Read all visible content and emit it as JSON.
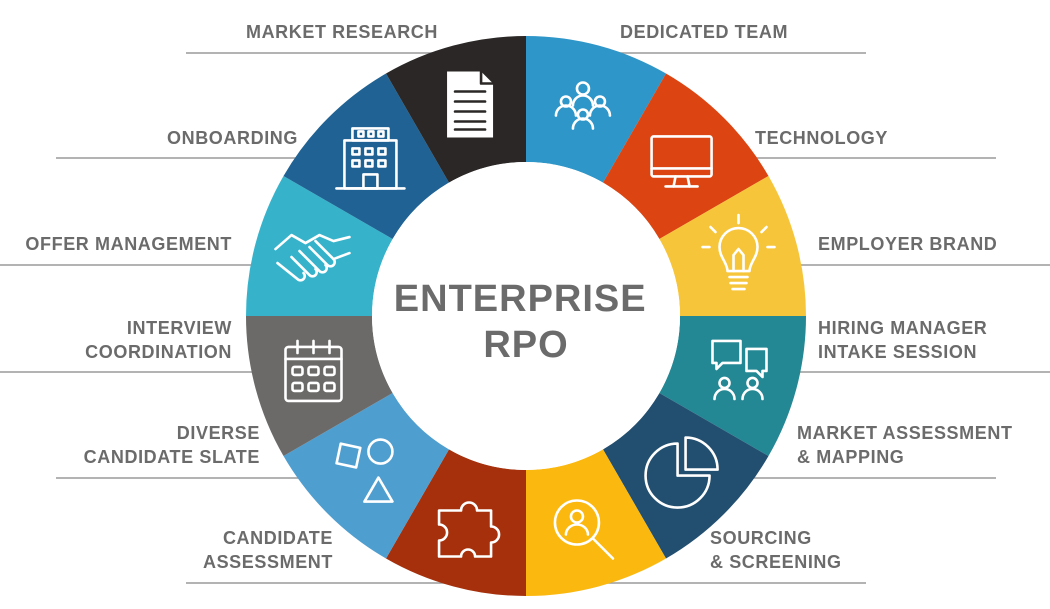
{
  "title_lines": [
    "ENTERPRISE",
    "RPO"
  ],
  "segments": [
    {
      "label_lines": [
        "DEDICATED TEAM"
      ],
      "color": "#2e96c8",
      "icon": "team-icon"
    },
    {
      "label_lines": [
        "TECHNOLOGY"
      ],
      "color": "#dc4511",
      "icon": "monitor-icon"
    },
    {
      "label_lines": [
        "EMPLOYER BRAND"
      ],
      "color": "#f7c53a",
      "icon": "lightbulb-icon"
    },
    {
      "label_lines": [
        "HIRING MANAGER",
        "INTAKE SESSION"
      ],
      "color": "#248894",
      "icon": "discussion-icon"
    },
    {
      "label_lines": [
        "MARKET ASSESSMENT",
        "& MAPPING"
      ],
      "color": "#224e6f",
      "icon": "pie-chart-icon"
    },
    {
      "label_lines": [
        "SOURCING",
        "& SCREENING"
      ],
      "color": "#fbb80f",
      "icon": "search-person-icon"
    },
    {
      "label_lines": [
        "CANDIDATE",
        "ASSESSMENT"
      ],
      "color": "#a5300b",
      "icon": "puzzle-icon"
    },
    {
      "label_lines": [
        "DIVERSE",
        "CANDIDATE SLATE"
      ],
      "color": "#4e9ed0",
      "icon": "shapes-icon"
    },
    {
      "label_lines": [
        "INTERVIEW",
        "COORDINATION"
      ],
      "color": "#6c6a69",
      "icon": "calendar-icon"
    },
    {
      "label_lines": [
        "OFFER MANAGEMENT"
      ],
      "color": "#36b3cb",
      "icon": "handshake-icon"
    },
    {
      "label_lines": [
        "ONBOARDING"
      ],
      "color": "#1f6293",
      "icon": "building-icon"
    },
    {
      "label_lines": [
        "MARKET RESEARCH"
      ],
      "color": "#2a2726",
      "icon": "document-icon"
    }
  ]
}
